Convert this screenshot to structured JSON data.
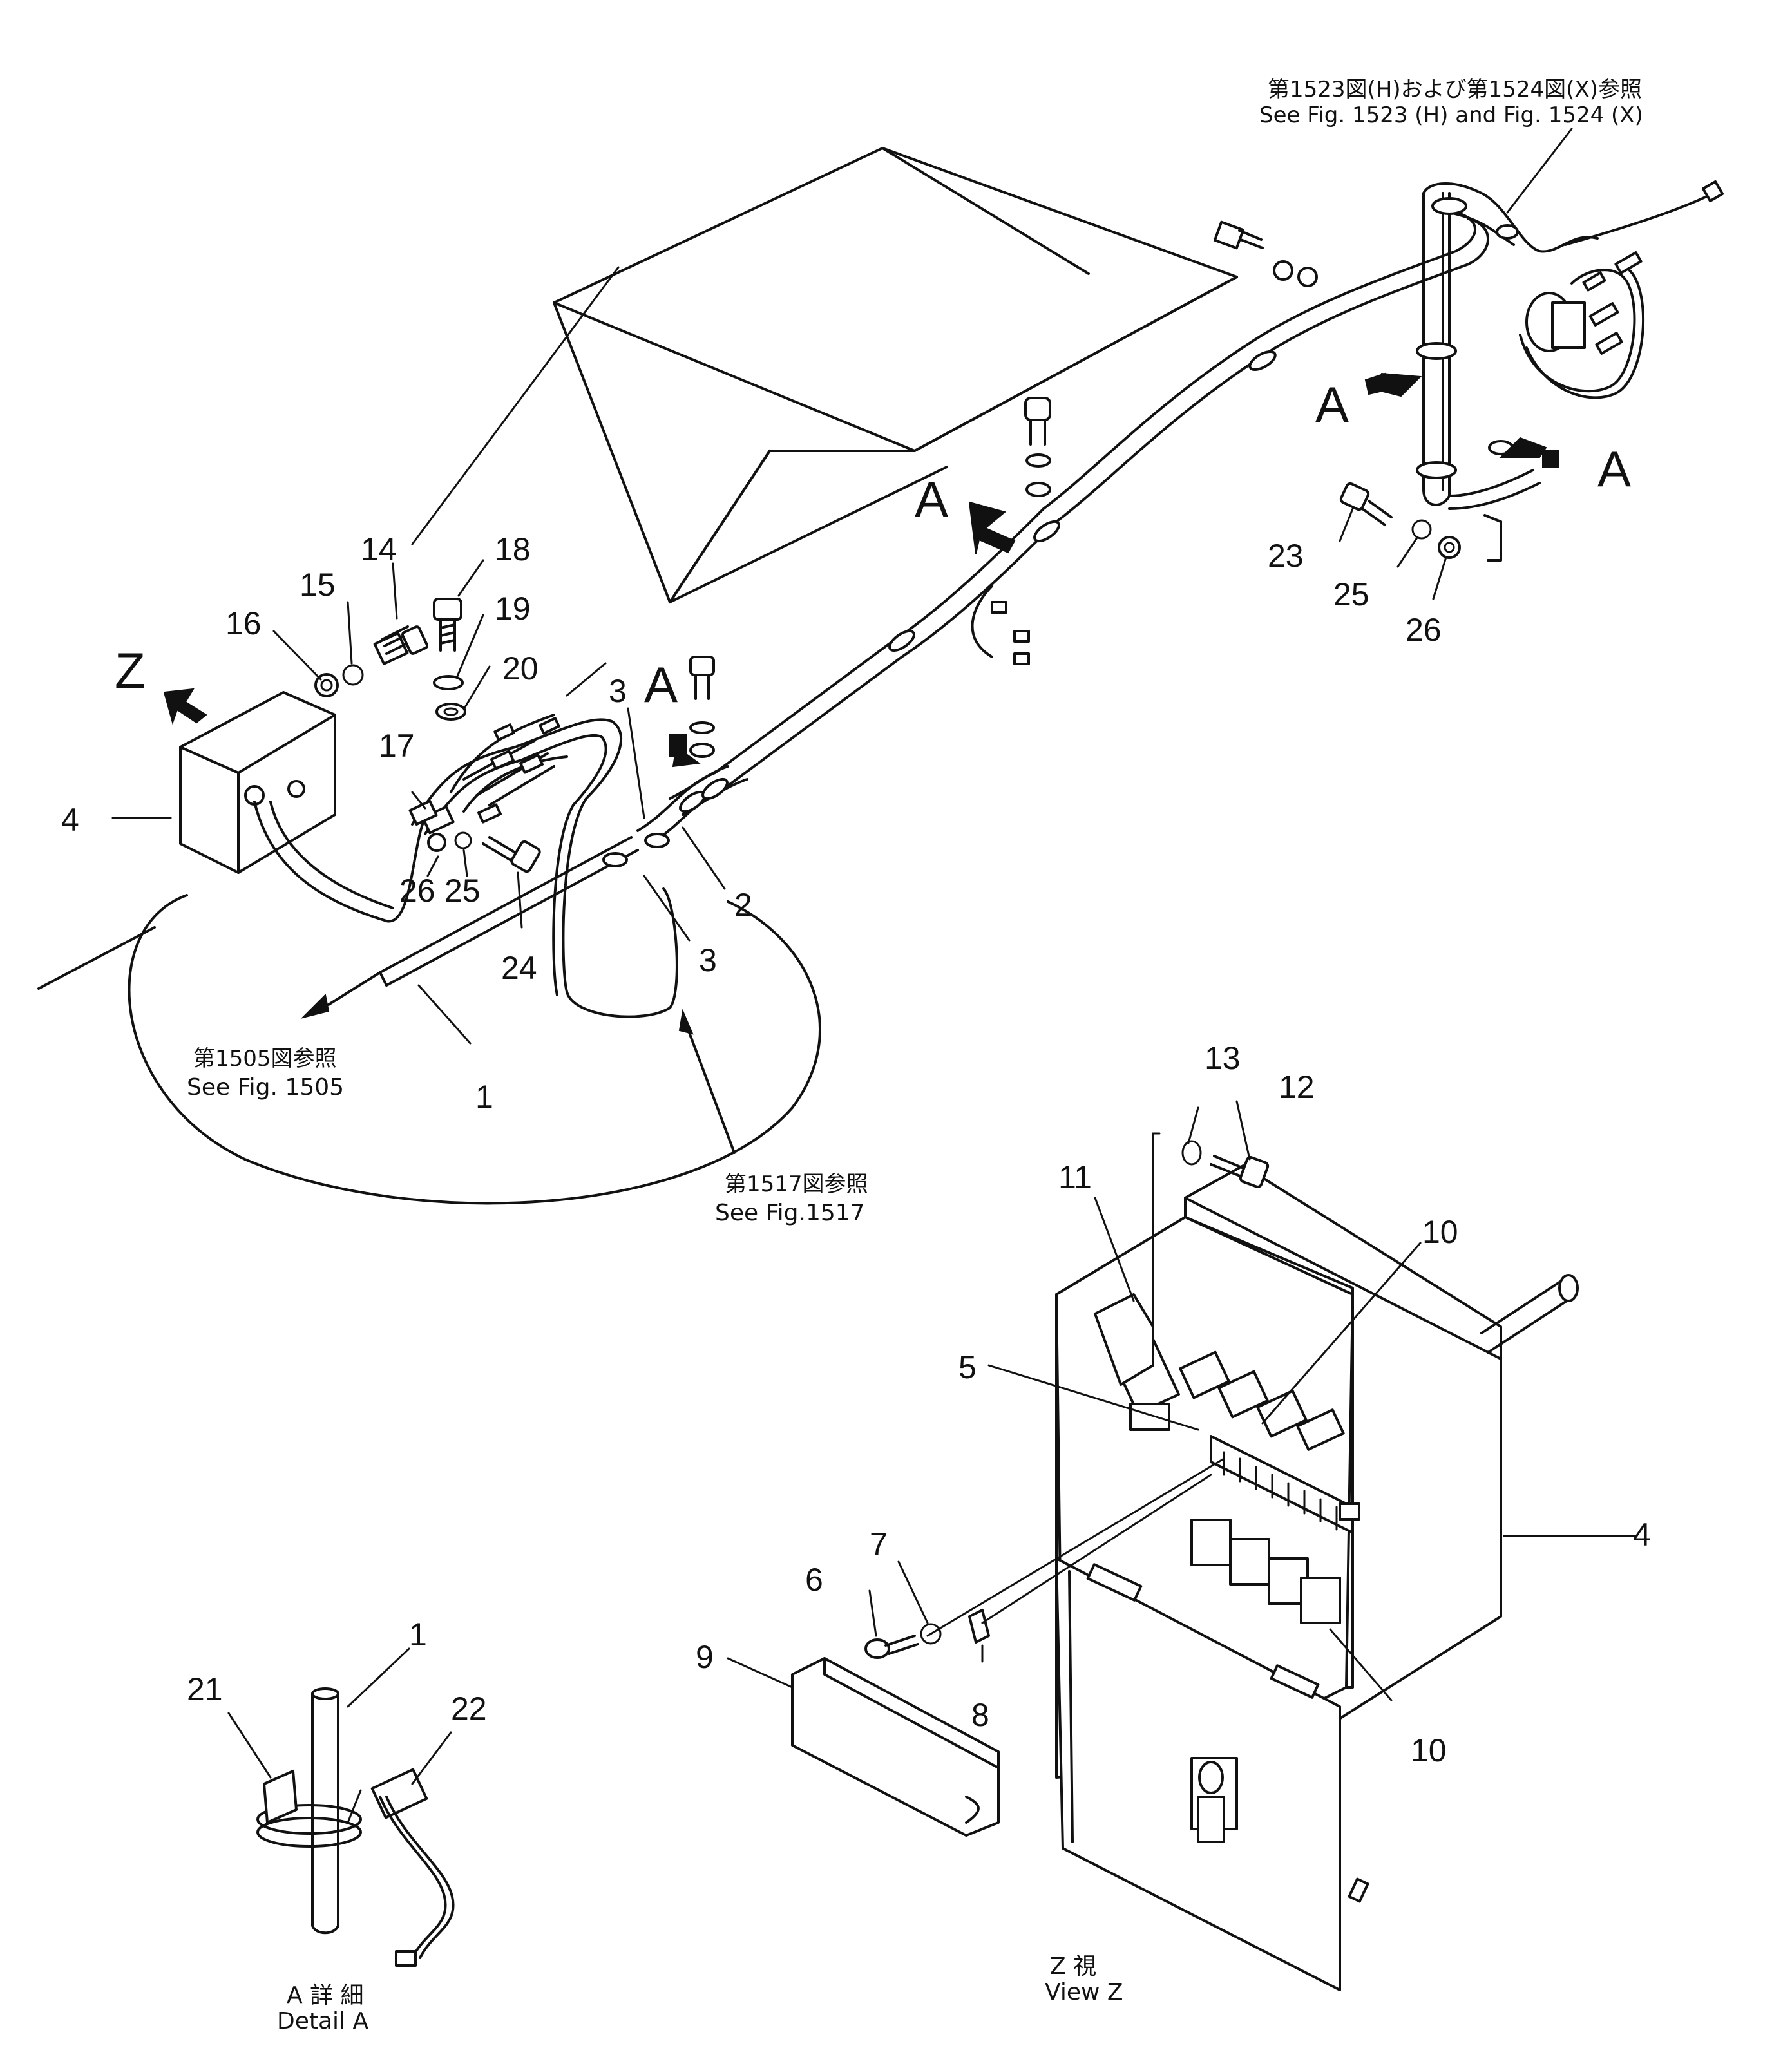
{
  "refs": {
    "ref_1523_jp": "第1523図(H)および第1524図(X)参照",
    "ref_1523_en": "See Fig. 1523 (H) and Fig. 1524 (X)",
    "ref_1505_jp": "第1505図参照",
    "ref_1505_en": "See Fig. 1505",
    "ref_1517_jp": "第1517図参照",
    "ref_1517_en": "See Fig.1517"
  },
  "views": {
    "arrow_z": "Z",
    "arrow_a": "A",
    "detail_a_jp": "A 詳 細",
    "detail_a_en": "Detail A",
    "view_z_jp": "Z 視",
    "view_z_en": "View Z"
  },
  "callouts": {
    "c1": "1",
    "c2": "2",
    "c3": "3",
    "c4": "4",
    "c5": "5",
    "c6": "6",
    "c7": "7",
    "c8": "8",
    "c9": "9",
    "c10": "10",
    "c11": "11",
    "c12": "12",
    "c13": "13",
    "c14": "14",
    "c15": "15",
    "c16": "16",
    "c17": "17",
    "c18": "18",
    "c19": "19",
    "c20": "20",
    "c21": "21",
    "c22": "22",
    "c23": "23",
    "c24": "24",
    "c25": "25",
    "c26": "26"
  }
}
